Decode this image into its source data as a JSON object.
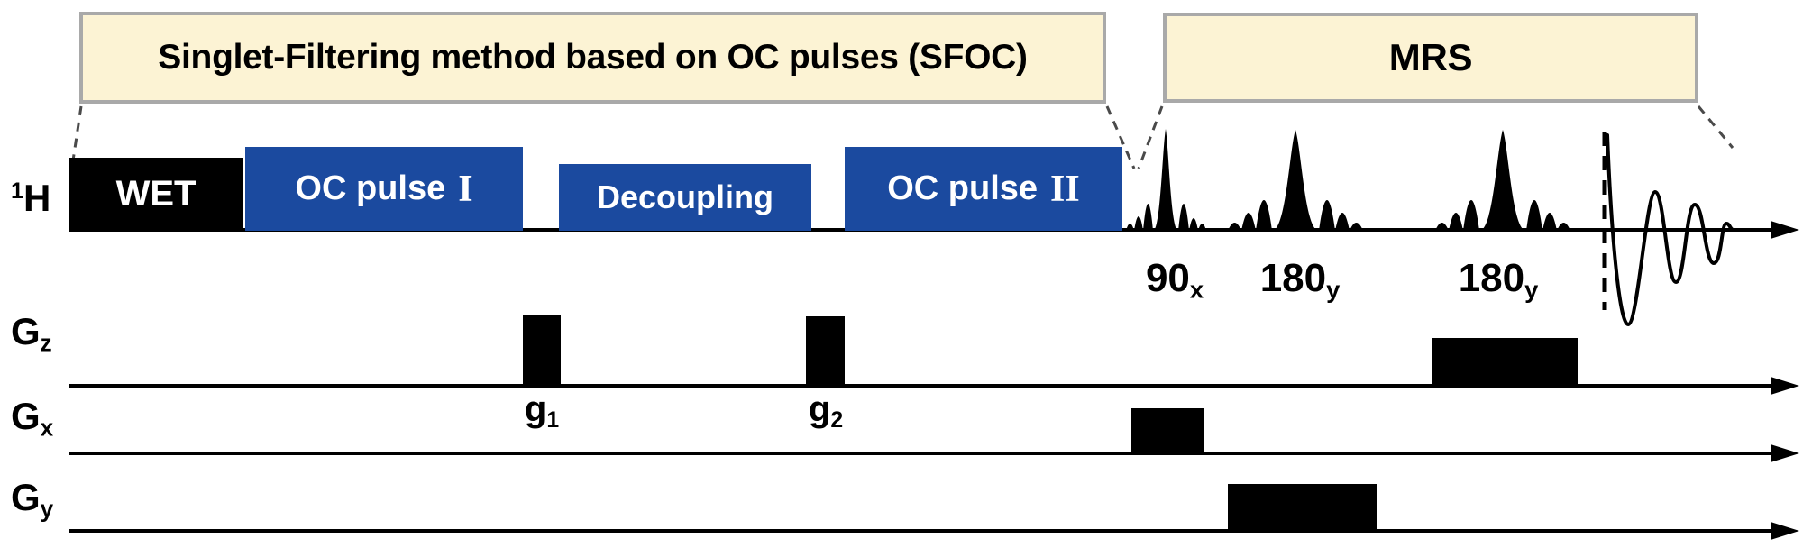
{
  "figure": {
    "sfoc_title": "Singlet-Filtering method based on OC pulses (SFOC)",
    "mrs_title": "MRS"
  },
  "channel_labels": {
    "h1": {
      "sup": "1",
      "main": "H"
    },
    "gz": {
      "main": "G",
      "sub": "z"
    },
    "gx": {
      "main": "G",
      "sub": "x"
    },
    "gy": {
      "main": "G",
      "sub": "y"
    }
  },
  "rf_boxes": {
    "wet": "WET",
    "oc_pulse_1": {
      "text": "OC pulse",
      "numeral": "I"
    },
    "decoupling": "Decoupling",
    "oc_pulse_2": {
      "text": "OC pulse",
      "numeral": "II"
    }
  },
  "rf_pulse_labels": {
    "p90": {
      "main": "90",
      "sub": "x"
    },
    "p180a": {
      "main": "180",
      "sub": "y"
    },
    "p180b": {
      "main": "180",
      "sub": "y"
    }
  },
  "gradient_pulse_labels": {
    "g1": {
      "main": "g",
      "sub": "1"
    },
    "g2": {
      "main": "g",
      "sub": "2"
    }
  },
  "colors": {
    "title_box_fill": "#fcf3d4",
    "title_box_border": "#a9a9a9",
    "rf_blue": "#1b4a9f",
    "ink": "#000000"
  }
}
